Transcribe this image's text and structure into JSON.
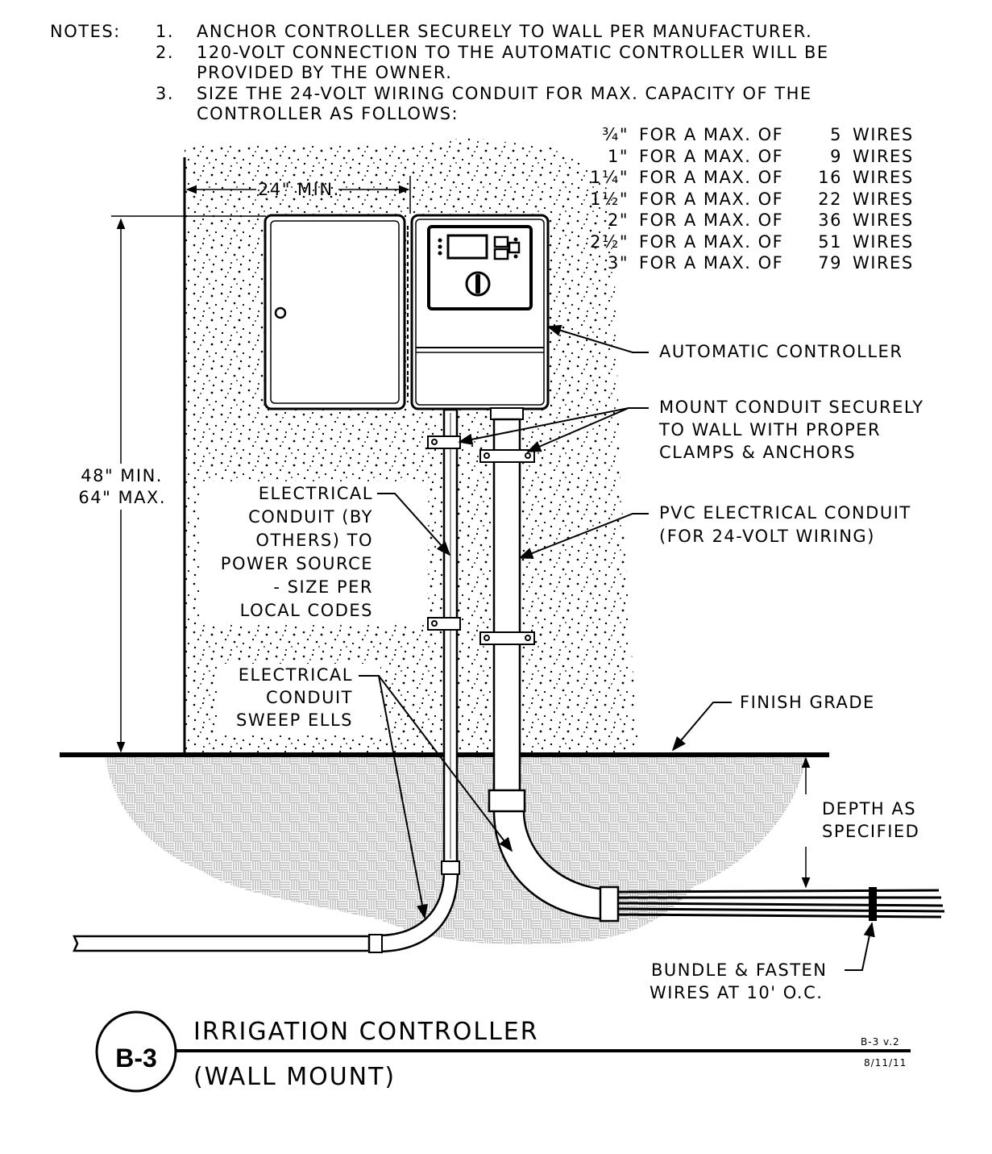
{
  "notes": {
    "heading": "NOTES:",
    "items": [
      {
        "num": "1.",
        "lines": [
          "ANCHOR CONTROLLER SECURELY TO WALL PER MANUFACTURER."
        ]
      },
      {
        "num": "2.",
        "lines": [
          "120-VOLT CONNECTION TO THE AUTOMATIC CONTROLLER WILL BE",
          "PROVIDED BY THE OWNER."
        ]
      },
      {
        "num": "3.",
        "lines": [
          "SIZE THE 24-VOLT WIRING CONDUIT FOR MAX. CAPACITY OF THE",
          "CONTROLLER AS FOLLOWS:"
        ]
      }
    ],
    "capacity_table": [
      {
        "size": "¾\"",
        "phrase": "FOR A MAX. OF",
        "count": "5",
        "unit": "WIRES"
      },
      {
        "size": "1\"",
        "phrase": "FOR A MAX. OF",
        "count": "9",
        "unit": "WIRES"
      },
      {
        "size": "1¼\"",
        "phrase": "FOR A MAX. OF",
        "count": "16",
        "unit": "WIRES"
      },
      {
        "size": "1½\"",
        "phrase": "FOR A MAX. OF",
        "count": "22",
        "unit": "WIRES"
      },
      {
        "size": "2\"",
        "phrase": "FOR A MAX. OF",
        "count": "36",
        "unit": "WIRES"
      },
      {
        "size": "2½\"",
        "phrase": "FOR A MAX. OF",
        "count": "51",
        "unit": "WIRES"
      },
      {
        "size": "3\"",
        "phrase": "FOR A MAX. OF",
        "count": "79",
        "unit": "WIRES"
      }
    ]
  },
  "dimensions": {
    "width": "24\" MIN.",
    "height_min": "48\" MIN.",
    "height_max": "64\" MAX.",
    "depth_l1": "DEPTH AS",
    "depth_l2": "SPECIFIED"
  },
  "callouts": {
    "controller": "AUTOMATIC CONTROLLER",
    "mount_l1": "MOUNT CONDUIT SECURELY",
    "mount_l2": "TO WALL WITH PROPER",
    "mount_l3": "CLAMPS & ANCHORS",
    "pvc_l1": "PVC ELECTRICAL CONDUIT",
    "pvc_l2": "(FOR 24-VOLT WIRING)",
    "elec_l1": "ELECTRICAL",
    "elec_l2": "CONDUIT (BY",
    "elec_l3": "OTHERS) TO",
    "elec_l4": "POWER SOURCE",
    "elec_l5": "- SIZE PER",
    "elec_l6": "LOCAL CODES",
    "sweep_l1": "ELECTRICAL",
    "sweep_l2": "CONDUIT",
    "sweep_l3": "SWEEP ELLS",
    "grade": "FINISH GRADE",
    "bundle_l1": "BUNDLE & FASTEN",
    "bundle_l2": "WIRES AT 10' O.C."
  },
  "title_block": {
    "detail_id": "B-3",
    "title": "IRRIGATION CONTROLLER",
    "subtitle": "(WALL MOUNT)",
    "version": "B-3 v.2",
    "date": "8/11/11"
  }
}
